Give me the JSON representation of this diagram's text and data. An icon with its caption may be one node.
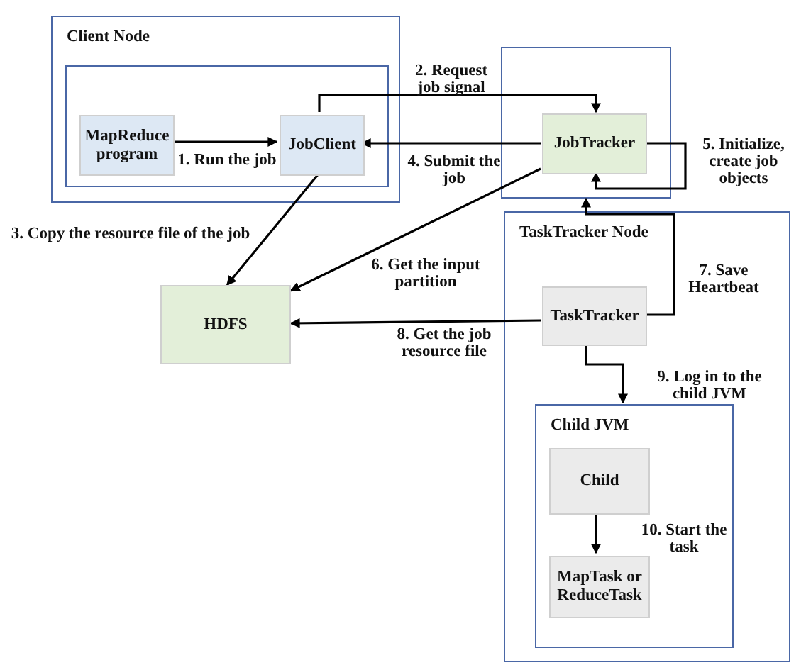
{
  "diagram": {
    "nodes": [
      {
        "text": [
          "Client Node"
        ]
      },
      {
        "text": [],
        "shape": "box",
        "in": 0
      },
      {
        "text": [
          "MapReduce program"
        ],
        "in": 1
      },
      {
        "text": [
          "JobClient"
        ],
        "in": 1
      },
      {
        "text": [],
        "shape": "box"
      },
      {
        "text": [
          "JobTracker"
        ],
        "in": 4
      },
      {
        "text": [
          "TaskTracker Node"
        ]
      },
      {
        "text": [
          "TaskTracker"
        ],
        "in": 6
      },
      {
        "text": [
          "Child JVM"
        ],
        "in": 6
      },
      {
        "text": [
          "Child"
        ],
        "in": 8
      },
      {
        "text": [
          "MapTask or ReduceTask"
        ],
        "in": 8
      },
      {
        "text": [
          "HDFS"
        ]
      }
    ],
    "edges": [
      {
        "from": 2,
        "to": 3,
        "arrow": "to",
        "label": "1. Run the job"
      },
      {
        "from": 3,
        "to": 5,
        "arrow": "to",
        "label": "2. Request job signal"
      },
      {
        "from": 5,
        "to": 3,
        "arrow": "to",
        "label": "4. Submit the job"
      },
      {
        "from": 3,
        "to": 11,
        "arrow": "to",
        "label": "3. Copy the resource file of the job"
      },
      {
        "from": 5,
        "to": 11,
        "arrow": "to",
        "label": "6. Get the input partition"
      },
      {
        "from": 5,
        "to": 5,
        "arrow": "to",
        "label": "5. Initialize, create job objects"
      },
      {
        "from": 7,
        "to": 4,
        "arrow": "to",
        "label": "7. Save Heartbeat"
      },
      {
        "from": 7,
        "to": 11,
        "arrow": "to",
        "label": "8. Get the job resource file"
      },
      {
        "from": 7,
        "to": 8,
        "arrow": "to",
        "label": "9. Log in to the child JVM"
      },
      {
        "from": 9,
        "to": 10,
        "arrow": "to",
        "label": "10. Start the task"
      }
    ]
  }
}
